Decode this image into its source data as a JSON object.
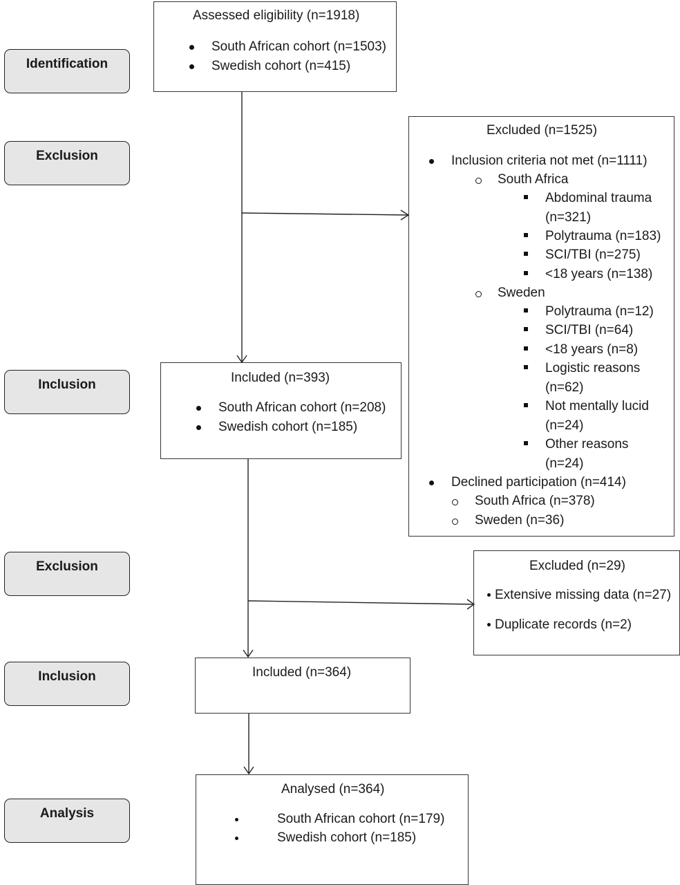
{
  "stages": {
    "identification": "Identification",
    "exclusion_1": "Exclusion",
    "inclusion_1": "Inclusion",
    "exclusion_2": "Exclusion",
    "inclusion_2": "Inclusion",
    "analysis": "Analysis"
  },
  "assessed": {
    "title": "Assessed eligibility (n=1918)",
    "items": [
      "South African cohort (n=1503)",
      "Swedish cohort (n=415)"
    ]
  },
  "excluded_1": {
    "title": "Excluded (n=1525)",
    "criteria": "Inclusion criteria not met (n=1111)",
    "south_africa": "South Africa",
    "sa_items": [
      "Abdominal trauma",
      "(n=321)",
      "Polytrauma (n=183)",
      "SCI/TBI (n=275)",
      "<18 years (n=138)"
    ],
    "sweden": "Sweden",
    "se_items": [
      "Polytrauma (n=12)",
      "SCI/TBI (n=64)",
      "<18 years (n=8)",
      "Logistic reasons",
      "(n=62)",
      "Not mentally lucid",
      "(n=24)",
      "Other reasons",
      "(n=24)"
    ],
    "declined": "Declined participation (n=414)",
    "declined_items": [
      "South Africa (n=378)",
      "Sweden (n=36)"
    ]
  },
  "included_1": {
    "title": "Included (n=393)",
    "items": [
      "South African cohort (n=208)",
      "Swedish cohort (n=185)"
    ]
  },
  "excluded_2": {
    "title": "Excluded (n=29)",
    "items": [
      "Extensive missing data (n=27)",
      "Duplicate records (n=2)"
    ]
  },
  "included_2": {
    "title": "Included (n=364)"
  },
  "analysed": {
    "title": "Analysed (n=364)",
    "items": [
      "South African cohort (n=179)",
      "Swedish cohort (n=185)"
    ]
  }
}
